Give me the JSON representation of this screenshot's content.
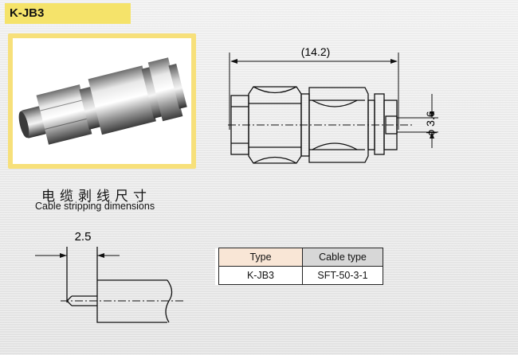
{
  "product": {
    "model": "K-JB3"
  },
  "drawing": {
    "overall_length": "(14.2)",
    "diameter": "ϕ 3.6"
  },
  "stripping": {
    "title_cn": "电缆剥线尺寸",
    "title_en": "Cable stripping dimensions",
    "dimension": "2.5"
  },
  "spec_table": {
    "headers": [
      "Type",
      "Cable type"
    ],
    "rows": [
      [
        "K-JB3",
        "SFT-50-3-1"
      ]
    ]
  },
  "colors": {
    "accent_yellow": "#f5e36a",
    "header_pink": "#f9e6d6",
    "header_gray": "#d7d7d7"
  }
}
